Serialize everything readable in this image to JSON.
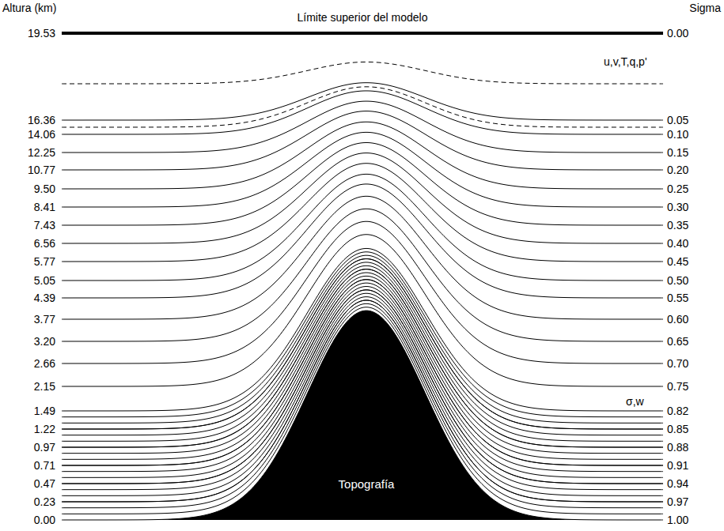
{
  "diagram": {
    "nodes": [
      {
        "text": [
          "Topografía"
        ]
      }
    ],
    "labels": [
      "Altura (km)",
      "Límite superior del modelo",
      "Sigma",
      "u,v,T,q,p'",
      "19.53",
      "16.36",
      "14.06",
      "12.25",
      "10.77",
      "9.50",
      "8.41",
      "7.43",
      "6.56",
      "5.77",
      "5.05",
      "4.39",
      "3.77",
      "3.20",
      "2.66",
      "2.15",
      "1.49",
      "1.22",
      "0.97",
      "0.71",
      "0.47",
      "0.23",
      "0.00",
      "0.00",
      "0.05",
      "0.10",
      "0.15",
      "0.20",
      "0.25",
      "0.30",
      "0.35",
      "0.40",
      "0.45",
      "0.50",
      "0.55",
      "0.60",
      "0.65",
      "0.70",
      "0.75",
      "0.82",
      "0.85",
      "0.88",
      "0.91",
      "0.94",
      "0.97",
      "1.00",
      "σ,w"
    ]
  }
}
